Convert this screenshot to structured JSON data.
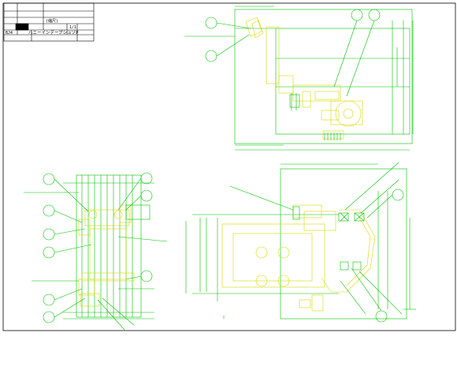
{
  "title_block": {
    "drawing_title": "ハニーインデーブショゾP",
    "project_code": "BJ4",
    "scale_label": "1/1",
    "ref_label": "(縮尺)"
  },
  "colors": {
    "frame": "#000000",
    "outline": "#00c000",
    "part": "#d8d800",
    "leader": "#00d000",
    "hatch": "#00a000"
  }
}
